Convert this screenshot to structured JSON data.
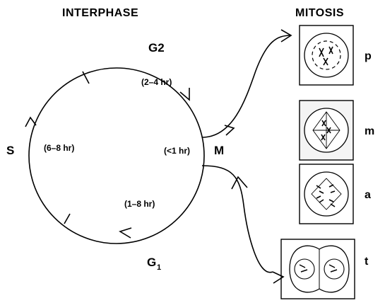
{
  "headers": {
    "interphase": "INTERPHASE",
    "mitosis": "MITOSIS"
  },
  "phases": {
    "g2": "G2",
    "s": "S",
    "m": "M",
    "g1_main": "G",
    "g1_sub": "1"
  },
  "durations": {
    "g2": "(2–4 hr)",
    "s": "(6–8 hr)",
    "m": "(<1 hr)",
    "g1": "(1–8 hr)"
  },
  "mitosis_stages": [
    "p",
    "m",
    "a",
    "t"
  ],
  "colors": {
    "ink": "#000000",
    "background": "#ffffff"
  }
}
